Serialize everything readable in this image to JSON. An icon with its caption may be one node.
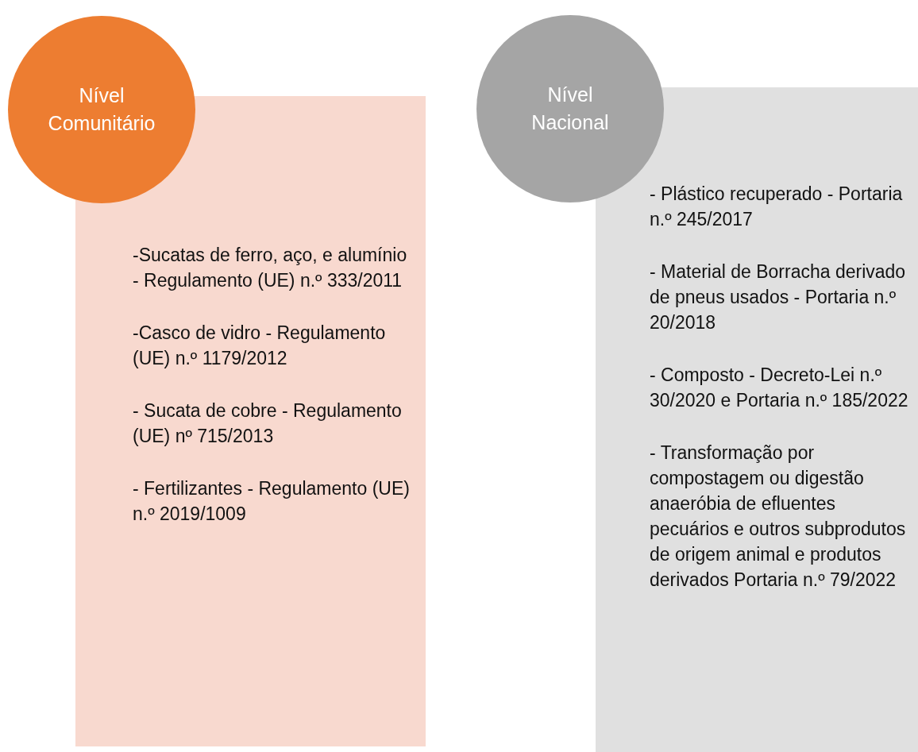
{
  "diagram": {
    "nodes": [
      {
        "text": [
          "Nível Comunitário"
        ]
      },
      {
        "text": [
          "-Sucatas de ferro, aço, e alumínio - Regulamento (UE) n.º 333/2011",
          "-Casco de vidro - Regulamento (UE) n.º 1179/2012",
          "- Sucata de cobre - Regulamento (UE) nº 715/2013",
          "- Fertilizantes - Regulamento (UE) n.º 2019/1009"
        ]
      },
      {
        "text": [
          "Nível Nacional"
        ]
      },
      {
        "text": [
          "- Plástico recuperado - Portaria n.º 245/2017",
          "- Material de Borracha derivado de pneus usados - Portaria n.º 20/2018",
          "- Composto - Decreto-Lei n.º 30/2020 e Portaria n.º 185/2022",
          "- Transformação por compostagem ou digestão anaeróbia de efluentes pecuários e outros subprodutos de origem animal e produtos derivados Portaria n.º 79/2022"
        ]
      }
    ]
  }
}
